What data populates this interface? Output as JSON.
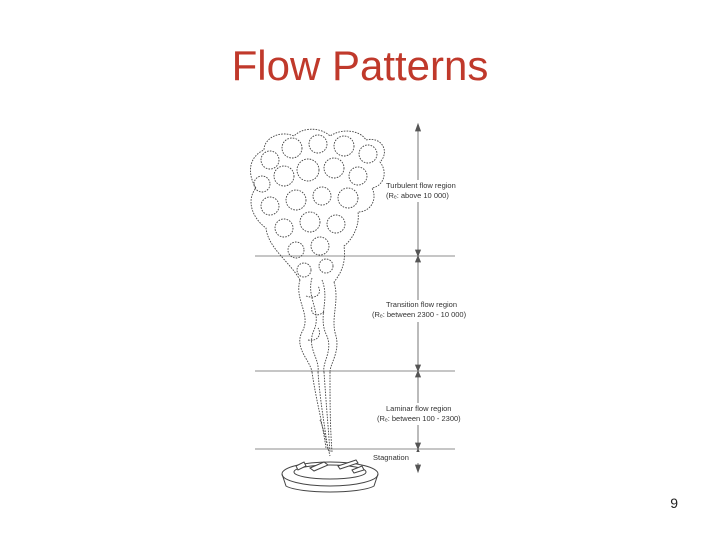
{
  "slide": {
    "title": "Flow Patterns",
    "page_number": "9"
  },
  "diagram": {
    "regions": [
      {
        "line1": "Turbulent flow region",
        "line2": "(Rₑ: above 10 000)"
      },
      {
        "line1": "Transition flow region",
        "line2": "(Rₑ: between 2300 - 10 000)"
      },
      {
        "line1": "Laminar flow region",
        "line2": "(Rₑ: between 100 - 2300)"
      },
      {
        "line1": "Stagnation",
        "line2": ""
      }
    ],
    "colors": {
      "title": "#c0392b",
      "line": "#555555"
    }
  }
}
